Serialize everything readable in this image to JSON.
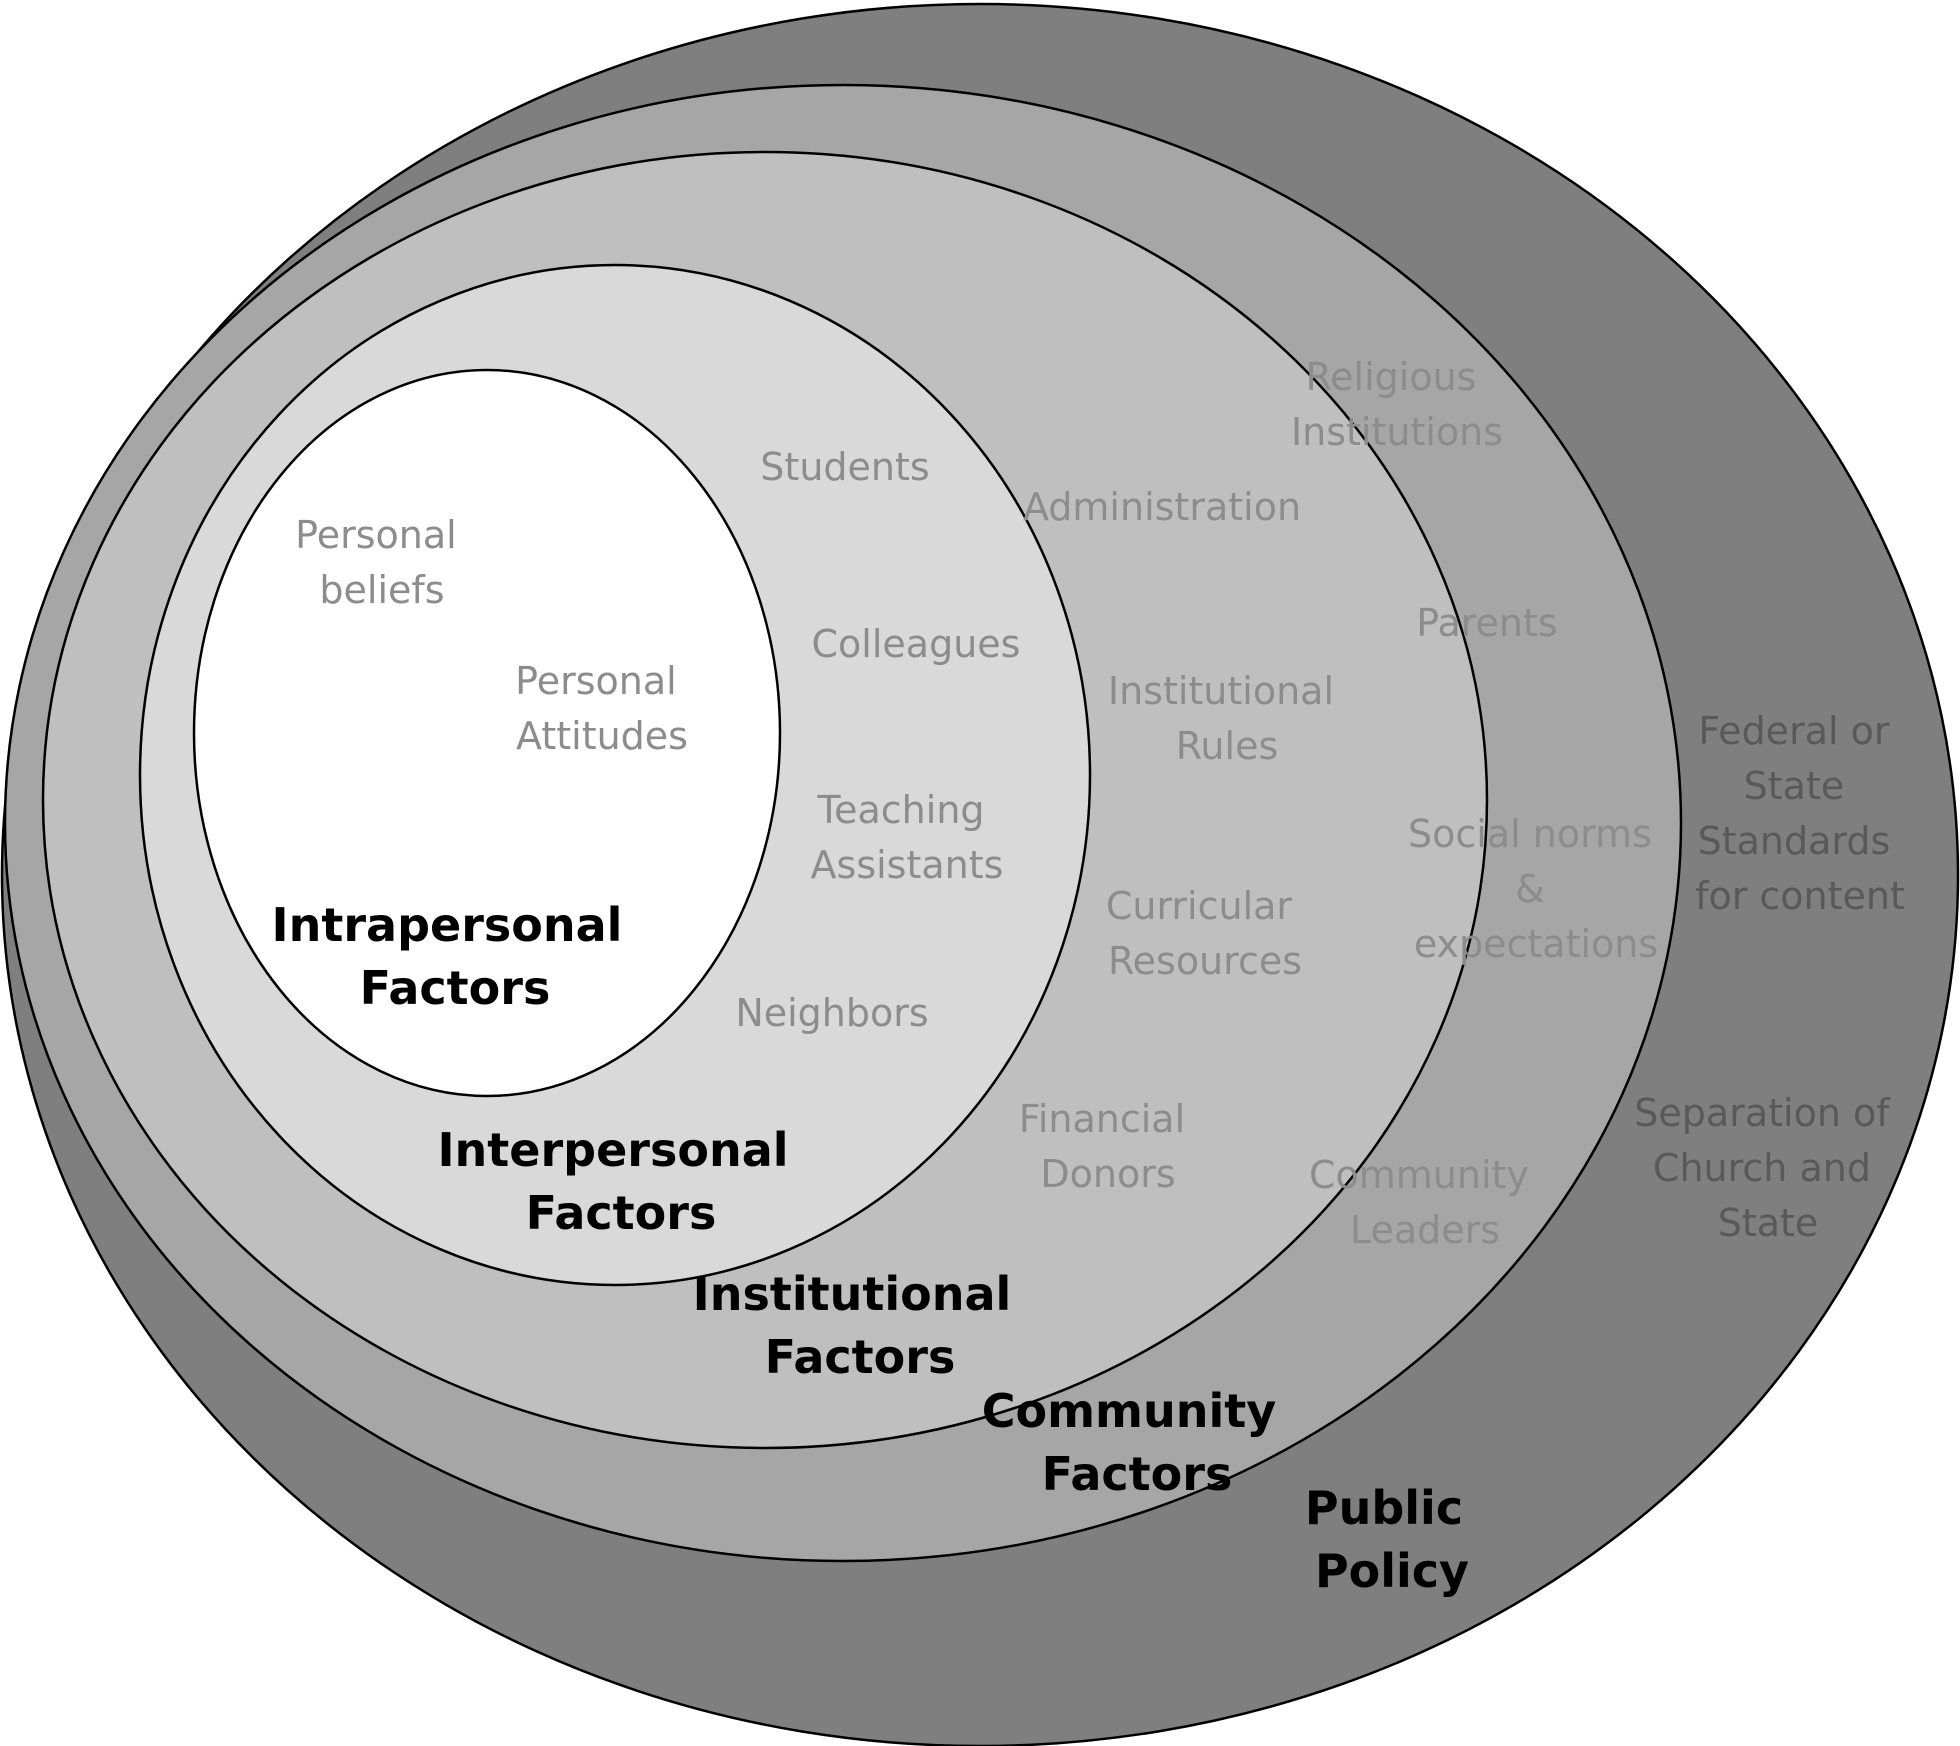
{
  "colors": {
    "public_policy_fill": "#7f7f7f",
    "community_fill": "#a6a6a6",
    "institutional_fill": "#bfbfbf",
    "interpersonal_fill": "#d9d9d9",
    "intrapersonal_fill": "#ffffff",
    "outline": "#000000",
    "item_text_light": "#8c8c8c",
    "item_text_outer": "#595959"
  },
  "layers": {
    "public_policy": {
      "label_line1": "Public",
      "label_line2": "Policy",
      "items": [
        {
          "line1": "Federal or",
          "line2": "State",
          "line3": "Standards",
          "line4": "for content"
        },
        {
          "line1": "Separation of",
          "line2": "Church and",
          "line3": "State"
        }
      ]
    },
    "community": {
      "label_line1": "Community",
      "label_line2": "Factors",
      "items": [
        {
          "line1": "Religious",
          "line2": "Institutions"
        },
        {
          "line1": "Parents"
        },
        {
          "line1": "Social norms",
          "line2": "&",
          "line3": "expectations"
        },
        {
          "line1": "Community",
          "line2": "Leaders"
        }
      ]
    },
    "institutional": {
      "label_line1": "Institutional",
      "label_line2": "Factors",
      "items": [
        {
          "line1": "Administration"
        },
        {
          "line1": "Institutional",
          "line2": "Rules"
        },
        {
          "line1": "Curricular",
          "line2": "Resources"
        },
        {
          "line1": "Financial",
          "line2": "Donors"
        }
      ]
    },
    "interpersonal": {
      "label_line1": "Interpersonal",
      "label_line2": "Factors",
      "items": [
        {
          "line1": "Students"
        },
        {
          "line1": "Colleagues"
        },
        {
          "line1": "Teaching",
          "line2": "Assistants"
        },
        {
          "line1": "Neighbors"
        }
      ]
    },
    "intrapersonal": {
      "label_line1": "Intrapersonal",
      "label_line2": "Factors",
      "items": [
        {
          "line1": "Personal",
          "line2": "beliefs"
        },
        {
          "line1": "Personal",
          "line2": "Attitudes"
        }
      ]
    }
  }
}
